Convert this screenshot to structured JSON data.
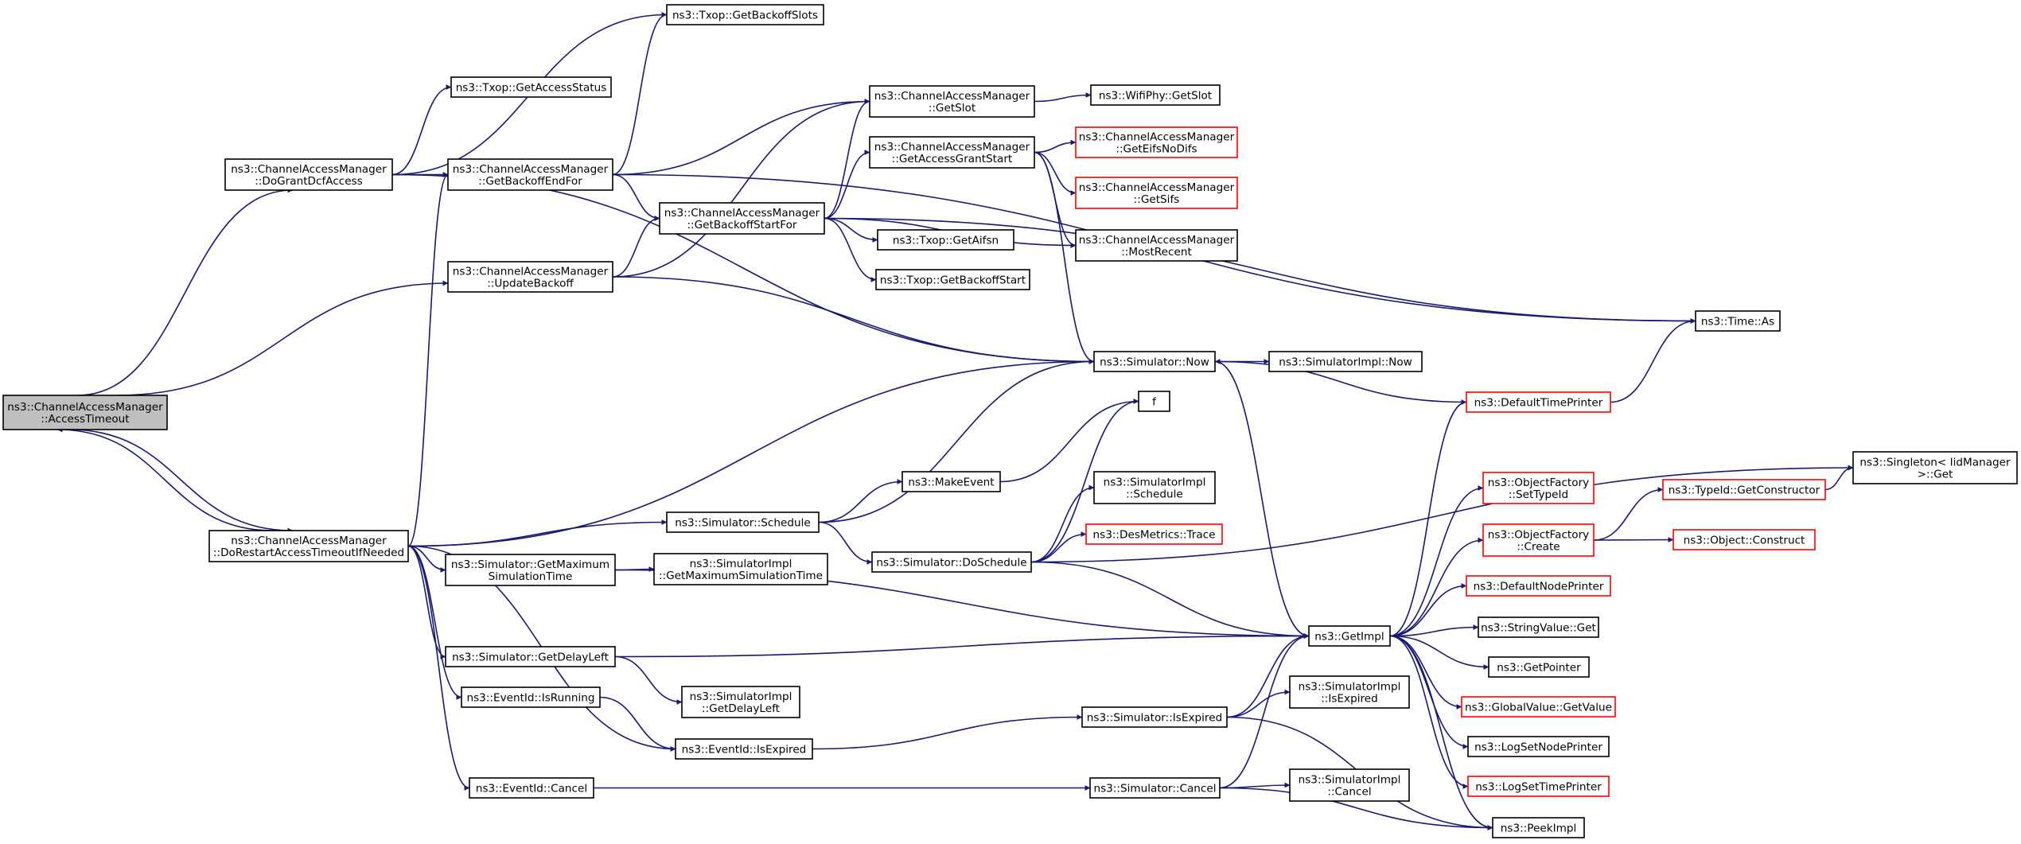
{
  "colors": {
    "edge": "#191970",
    "node_border": "#000000",
    "truncated_border": "#ff0000",
    "root_fill": "#bfbfbf",
    "node_fill": "#ffffff"
  },
  "nodes": [
    {
      "id": "AccessTimeout",
      "lines": [
        "ns3::ChannelAccessManager",
        "::AccessTimeout"
      ],
      "root": true
    },
    {
      "id": "DoGrantDcfAccess",
      "lines": [
        "ns3::ChannelAccessManager",
        "::DoGrantDcfAccess"
      ]
    },
    {
      "id": "DoRestart",
      "lines": [
        "ns3::ChannelAccessManager",
        "::DoRestartAccessTimeoutIfNeeded"
      ]
    },
    {
      "id": "UpdateBackoff",
      "lines": [
        "ns3::ChannelAccessManager",
        "::UpdateBackoff"
      ]
    },
    {
      "id": "GetBackoffEndFor",
      "lines": [
        "ns3::ChannelAccessManager",
        "::GetBackoffEndFor"
      ]
    },
    {
      "id": "TxopGetAccessStatus",
      "lines": [
        "ns3::Txop::GetAccessStatus"
      ]
    },
    {
      "id": "TxopGetBackoffSlots",
      "lines": [
        "ns3::Txop::GetBackoffSlots"
      ]
    },
    {
      "id": "GetSlot",
      "lines": [
        "ns3::ChannelAccessManager",
        "::GetSlot"
      ]
    },
    {
      "id": "WifiPhyGetSlot",
      "lines": [
        "ns3::WifiPhy::GetSlot"
      ]
    },
    {
      "id": "GetAccessGrantStart",
      "lines": [
        "ns3::ChannelAccessManager",
        "::GetAccessGrantStart"
      ]
    },
    {
      "id": "GetEifsNoDifs",
      "lines": [
        "ns3::ChannelAccessManager",
        "::GetEifsNoDifs"
      ],
      "truncated": true
    },
    {
      "id": "GetSifs",
      "lines": [
        "ns3::ChannelAccessManager",
        "::GetSifs"
      ],
      "truncated": true
    },
    {
      "id": "GetBackoffStartFor",
      "lines": [
        "ns3::ChannelAccessManager",
        "::GetBackoffStartFor"
      ]
    },
    {
      "id": "MostRecent",
      "lines": [
        "ns3::ChannelAccessManager",
        "::MostRecent"
      ]
    },
    {
      "id": "TxopGetAifsn",
      "lines": [
        "ns3::Txop::GetAifsn"
      ]
    },
    {
      "id": "TxopGetBackoffStart",
      "lines": [
        "ns3::Txop::GetBackoffStart"
      ]
    },
    {
      "id": "TimeAs",
      "lines": [
        "ns3::Time::As"
      ]
    },
    {
      "id": "SimNow",
      "lines": [
        "ns3::Simulator::Now"
      ]
    },
    {
      "id": "SimImplNow",
      "lines": [
        "ns3::SimulatorImpl::Now"
      ]
    },
    {
      "id": "DefaultTimePrinter",
      "lines": [
        "ns3::DefaultTimePrinter"
      ],
      "truncated": true
    },
    {
      "id": "f",
      "lines": [
        "f"
      ]
    },
    {
      "id": "SingletonGet",
      "lines": [
        "ns3::Singleton< IidManager",
        " >::Get"
      ]
    },
    {
      "id": "MakeEvent",
      "lines": [
        "ns3::MakeEvent"
      ]
    },
    {
      "id": "SimImplSchedule",
      "lines": [
        "ns3::SimulatorImpl",
        "::Schedule"
      ]
    },
    {
      "id": "SimSchedule",
      "lines": [
        "ns3::Simulator::Schedule"
      ]
    },
    {
      "id": "DesMetricsTrace",
      "lines": [
        "ns3::DesMetrics::Trace"
      ],
      "truncated": true
    },
    {
      "id": "SimDoSchedule",
      "lines": [
        "ns3::Simulator::DoSchedule"
      ]
    },
    {
      "id": "ObjFactorySetTypeId",
      "lines": [
        "ns3::ObjectFactory",
        "::SetTypeId"
      ],
      "truncated": true
    },
    {
      "id": "ObjFactoryCreate",
      "lines": [
        "ns3::ObjectFactory",
        "::Create"
      ],
      "truncated": true
    },
    {
      "id": "TypeIdGetConstructor",
      "lines": [
        "ns3::TypeId::GetConstructor"
      ],
      "truncated": true
    },
    {
      "id": "ObjectConstruct",
      "lines": [
        "ns3::Object::Construct"
      ],
      "truncated": true
    },
    {
      "id": "SimGetMaxTime",
      "lines": [
        "ns3::Simulator::GetMaximum",
        "SimulationTime"
      ]
    },
    {
      "id": "SimImplGetMaxTime",
      "lines": [
        "ns3::SimulatorImpl",
        "::GetMaximumSimulationTime"
      ]
    },
    {
      "id": "DefaultNodePrinter",
      "lines": [
        "ns3::DefaultNodePrinter"
      ],
      "truncated": true
    },
    {
      "id": "GetImpl",
      "lines": [
        "ns3::GetImpl"
      ]
    },
    {
      "id": "StringValueGet",
      "lines": [
        "ns3::StringValue::Get"
      ]
    },
    {
      "id": "SimGetDelayLeft",
      "lines": [
        "ns3::Simulator::GetDelayLeft"
      ]
    },
    {
      "id": "GetPointer",
      "lines": [
        "ns3::GetPointer"
      ]
    },
    {
      "id": "SimImplGetDelayLeft",
      "lines": [
        "ns3::SimulatorImpl",
        "::GetDelayLeft"
      ]
    },
    {
      "id": "EventIdIsRunning",
      "lines": [
        "ns3::EventId::IsRunning"
      ]
    },
    {
      "id": "SimImplIsExpired",
      "lines": [
        "ns3::SimulatorImpl",
        "::IsExpired"
      ]
    },
    {
      "id": "GlobalValueGetValue",
      "lines": [
        "ns3::GlobalValue::GetValue"
      ],
      "truncated": true
    },
    {
      "id": "SimIsExpired",
      "lines": [
        "ns3::Simulator::IsExpired"
      ]
    },
    {
      "id": "EventIdIsExpired",
      "lines": [
        "ns3::EventId::IsExpired"
      ]
    },
    {
      "id": "LogSetNodePrinter",
      "lines": [
        "ns3::LogSetNodePrinter"
      ]
    },
    {
      "id": "EventIdCancel",
      "lines": [
        "ns3::EventId::Cancel"
      ]
    },
    {
      "id": "SimCancel",
      "lines": [
        "ns3::Simulator::Cancel"
      ]
    },
    {
      "id": "SimImplCancel",
      "lines": [
        "ns3::SimulatorImpl",
        "::Cancel"
      ]
    },
    {
      "id": "LogSetTimePrinter",
      "lines": [
        "ns3::LogSetTimePrinter"
      ],
      "truncated": true
    },
    {
      "id": "PeekImpl",
      "lines": [
        "ns3::PeekImpl"
      ]
    }
  ],
  "edges": [
    [
      "AccessTimeout",
      "DoGrantDcfAccess"
    ],
    [
      "AccessTimeout",
      "UpdateBackoff"
    ],
    [
      "AccessTimeout",
      "DoRestart"
    ],
    [
      "DoRestart",
      "AccessTimeout"
    ],
    [
      "DoGrantDcfAccess",
      "TxopGetAccessStatus"
    ],
    [
      "DoGrantDcfAccess",
      "TxopGetBackoffSlots"
    ],
    [
      "DoGrantDcfAccess",
      "GetBackoffEndFor"
    ],
    [
      "DoGrantDcfAccess",
      "SimNow"
    ],
    [
      "GetBackoffEndFor",
      "TxopGetBackoffSlots"
    ],
    [
      "GetBackoffEndFor",
      "GetSlot"
    ],
    [
      "GetBackoffEndFor",
      "GetBackoffStartFor"
    ],
    [
      "GetBackoffEndFor",
      "TimeAs"
    ],
    [
      "UpdateBackoff",
      "GetSlot"
    ],
    [
      "UpdateBackoff",
      "GetBackoffStartFor"
    ],
    [
      "UpdateBackoff",
      "SimNow"
    ],
    [
      "GetSlot",
      "WifiPhyGetSlot"
    ],
    [
      "GetBackoffStartFor",
      "GetSlot"
    ],
    [
      "GetBackoffStartFor",
      "GetAccessGrantStart"
    ],
    [
      "GetBackoffStartFor",
      "MostRecent"
    ],
    [
      "GetBackoffStartFor",
      "TxopGetAifsn"
    ],
    [
      "GetBackoffStartFor",
      "TxopGetBackoffStart"
    ],
    [
      "GetBackoffStartFor",
      "TimeAs"
    ],
    [
      "GetAccessGrantStart",
      "GetEifsNoDifs"
    ],
    [
      "GetAccessGrantStart",
      "GetSifs"
    ],
    [
      "GetAccessGrantStart",
      "MostRecent"
    ],
    [
      "GetAccessGrantStart",
      "SimNow"
    ],
    [
      "SimNow",
      "SimImplNow"
    ],
    [
      "SimNow",
      "GetImpl"
    ],
    [
      "DefaultTimePrinter",
      "SimNow"
    ],
    [
      "DefaultTimePrinter",
      "TimeAs"
    ],
    [
      "DoRestart",
      "GetBackoffEndFor"
    ],
    [
      "DoRestart",
      "SimNow"
    ],
    [
      "DoRestart",
      "SimSchedule"
    ],
    [
      "DoRestart",
      "SimGetMaxTime"
    ],
    [
      "DoRestart",
      "SimGetDelayLeft"
    ],
    [
      "DoRestart",
      "EventIdIsRunning"
    ],
    [
      "DoRestart",
      "EventIdIsExpired"
    ],
    [
      "DoRestart",
      "EventIdCancel"
    ],
    [
      "SimSchedule",
      "MakeEvent"
    ],
    [
      "SimSchedule",
      "SimNow"
    ],
    [
      "SimSchedule",
      "SimDoSchedule"
    ],
    [
      "MakeEvent",
      "f"
    ],
    [
      "SimDoSchedule",
      "f"
    ],
    [
      "SimDoSchedule",
      "SingletonGet"
    ],
    [
      "SimDoSchedule",
      "SimImplSchedule"
    ],
    [
      "SimDoSchedule",
      "DesMetricsTrace"
    ],
    [
      "SimDoSchedule",
      "GetImpl"
    ],
    [
      "SimGetMaxTime",
      "SimImplGetMaxTime"
    ],
    [
      "SimGetMaxTime",
      "GetImpl"
    ],
    [
      "SimGetDelayLeft",
      "GetImpl"
    ],
    [
      "SimGetDelayLeft",
      "SimImplGetDelayLeft"
    ],
    [
      "EventIdIsRunning",
      "EventIdIsExpired"
    ],
    [
      "EventIdIsExpired",
      "SimIsExpired"
    ],
    [
      "SimIsExpired",
      "GetImpl"
    ],
    [
      "SimIsExpired",
      "SimImplIsExpired"
    ],
    [
      "SimIsExpired",
      "PeekImpl"
    ],
    [
      "EventIdCancel",
      "SimCancel"
    ],
    [
      "SimCancel",
      "GetImpl"
    ],
    [
      "SimCancel",
      "SimImplCancel"
    ],
    [
      "SimCancel",
      "PeekImpl"
    ],
    [
      "GetImpl",
      "DefaultTimePrinter"
    ],
    [
      "GetImpl",
      "ObjFactorySetTypeId"
    ],
    [
      "GetImpl",
      "ObjFactoryCreate"
    ],
    [
      "GetImpl",
      "DefaultNodePrinter"
    ],
    [
      "GetImpl",
      "StringValueGet"
    ],
    [
      "GetImpl",
      "GetPointer"
    ],
    [
      "GetImpl",
      "GlobalValueGetValue"
    ],
    [
      "GetImpl",
      "LogSetNodePrinter"
    ],
    [
      "GetImpl",
      "LogSetTimePrinter"
    ],
    [
      "GetImpl",
      "PeekImpl"
    ],
    [
      "ObjFactoryCreate",
      "TypeIdGetConstructor"
    ],
    [
      "ObjFactoryCreate",
      "ObjectConstruct"
    ],
    [
      "TypeIdGetConstructor",
      "SingletonGet"
    ]
  ]
}
